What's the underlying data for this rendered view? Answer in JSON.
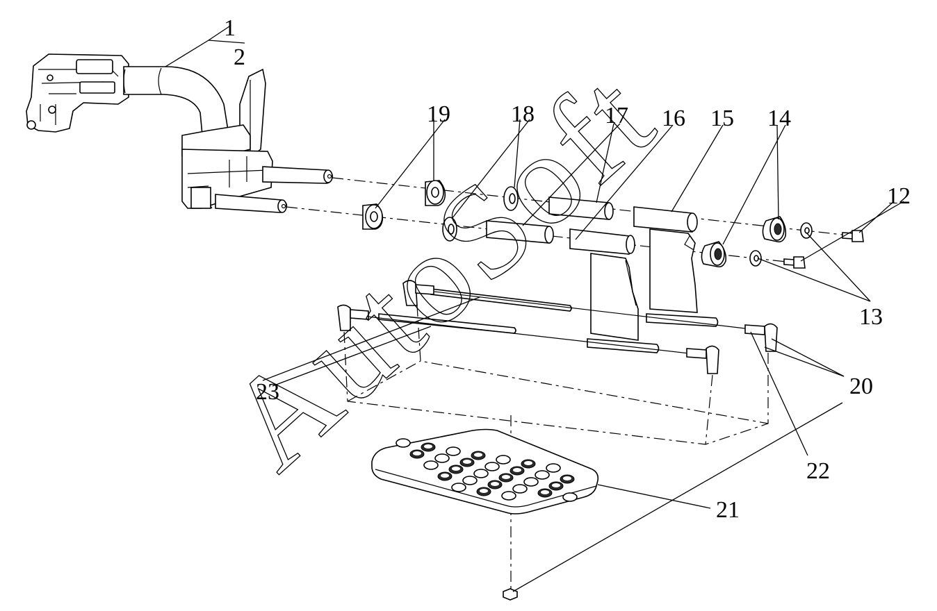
{
  "diagram": {
    "watermark": "AutoSoft",
    "corner_mark": "",
    "callouts": [
      {
        "id": "c1",
        "text": "1"
      },
      {
        "id": "c2",
        "text": "2"
      },
      {
        "id": "c12",
        "text": "12"
      },
      {
        "id": "c13",
        "text": "13"
      },
      {
        "id": "c14",
        "text": "14"
      },
      {
        "id": "c15",
        "text": "15"
      },
      {
        "id": "c16",
        "text": "16"
      },
      {
        "id": "c17",
        "text": "17"
      },
      {
        "id": "c18",
        "text": "18"
      },
      {
        "id": "c19",
        "text": "19"
      },
      {
        "id": "c20",
        "text": "20"
      },
      {
        "id": "c21",
        "text": "21"
      },
      {
        "id": "c22",
        "text": "22"
      },
      {
        "id": "c23",
        "text": "23"
      }
    ]
  }
}
